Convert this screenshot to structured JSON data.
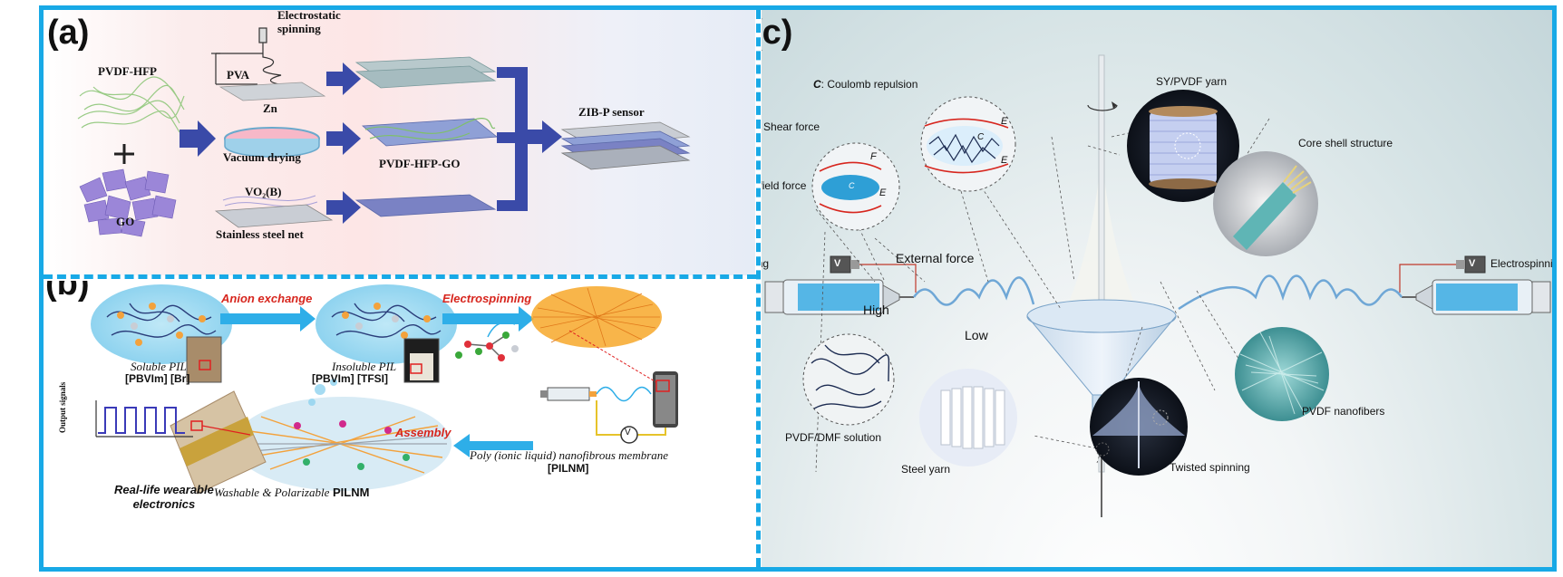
{
  "labels": {
    "a": "(a)",
    "b": "(b)",
    "c": "(c)"
  },
  "panel_a": {
    "pvdf_hfp": "PVDF-HFP",
    "go": "GO",
    "electrostatic_spinning": "Electrostatic\nspinning",
    "pva": "PVA",
    "zn": "Zn",
    "vacuum_drying": "Vacuum drying",
    "vo2b": "VO₂(B)",
    "stainless_steel_net": "Stainless steel net",
    "pvdf_hfp_go": "PVDF-HFP-GO",
    "zib_p_sensor": "ZIB-P sensor"
  },
  "panel_b": {
    "anion_exchange": "Anion exchange",
    "electrospinning": "Electrospinning",
    "soluble_pil": "Soluble PIL",
    "soluble_formula": "[PBVIm] [Br]",
    "insoluble_pil": "Insoluble PIL",
    "insoluble_formula": "[PBVIm] [TFSI]",
    "output_signals": "Output signals",
    "assembly": "Assembly",
    "membrane": "Poly (ionic liquid) nanofibrous membrane",
    "pilnm": "[PILNM]",
    "washable": "Washable & Polarizable",
    "washable_bold": "PILNM",
    "real_life": "Real-life wearable\nelectronics",
    "v_symbol": "V"
  },
  "panel_c": {
    "coulomb_letter": "C",
    "coulomb": ": Coulomb repulsion",
    "shear_letter": "F",
    "shear": ": Shear force",
    "electric_letter": "E",
    "electric": ": Electric field force",
    "sy_pvdf_yarn": "SY/PVDF yarn",
    "core_shell": "Core shell structure",
    "electrospinning_left": "Electrospinning",
    "electrospinning_right": "Electrospinning",
    "external_force": "External force",
    "high": "High",
    "low": "Low",
    "pvdf_dmf": "PVDF/DMF solution",
    "steel_yarn": "Steel yarn",
    "twisted_spinning": "Twisted spinning",
    "pvdf_nanofibers": "PVDF nanofibers",
    "v_left": "V",
    "v_right": "V",
    "inset_f": "F",
    "inset_e1": "E",
    "inset_c1": "C",
    "inset_c2": "C",
    "inset_e2": "E",
    "inset_e3": "E"
  },
  "colors": {
    "frame": "#18a9e6",
    "accent_red": "#d7261e",
    "arrow_blue": "#3a4aa8",
    "fluid_blue": "#55b6e6"
  }
}
